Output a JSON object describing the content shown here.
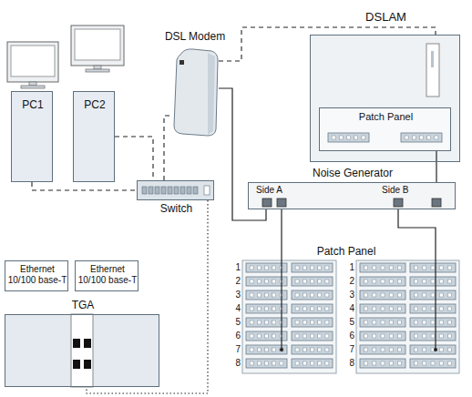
{
  "diagram": {
    "nodes": [
      {
        "text": [
          "PC1"
        ]
      },
      {
        "text": [
          "PC2"
        ]
      },
      {
        "text": [
          "Switch"
        ]
      },
      {
        "text": [
          "DSL Modem"
        ]
      },
      {
        "text": [
          "DSLAM"
        ]
      },
      {
        "text": [
          "Patch Panel"
        ],
        "in": 4
      },
      {
        "text": [
          "Noise Generator",
          "Side A",
          "Side B"
        ]
      },
      {
        "text": [
          "Patch Panel"
        ]
      },
      {
        "text": [
          "TGA"
        ]
      },
      {
        "text": [
          "Ethernet 10/100 base-T"
        ]
      },
      {
        "text": [
          "Ethernet 10/100 base-T"
        ]
      }
    ],
    "edges": [
      {
        "from": 0,
        "to": 2,
        "arrow": "none"
      },
      {
        "from": 1,
        "to": 2,
        "arrow": "none"
      },
      {
        "from": 2,
        "to": 3,
        "arrow": "none"
      },
      {
        "from": 3,
        "to": 4,
        "arrow": "none"
      },
      {
        "from": 3,
        "to": 6,
        "arrow": "none"
      },
      {
        "from": 6,
        "to": 7,
        "arrow": "none"
      },
      {
        "from": 6,
        "to": 7,
        "arrow": "none"
      },
      {
        "from": 5,
        "to": 6,
        "arrow": "none"
      },
      {
        "from": 2,
        "to": 8,
        "arrow": "none"
      }
    ],
    "labels": [
      "1",
      "2",
      "3",
      "4",
      "5",
      "6",
      "7",
      "8",
      "1",
      "2",
      "3",
      "4",
      "5",
      "6",
      "7",
      "8"
    ]
  }
}
